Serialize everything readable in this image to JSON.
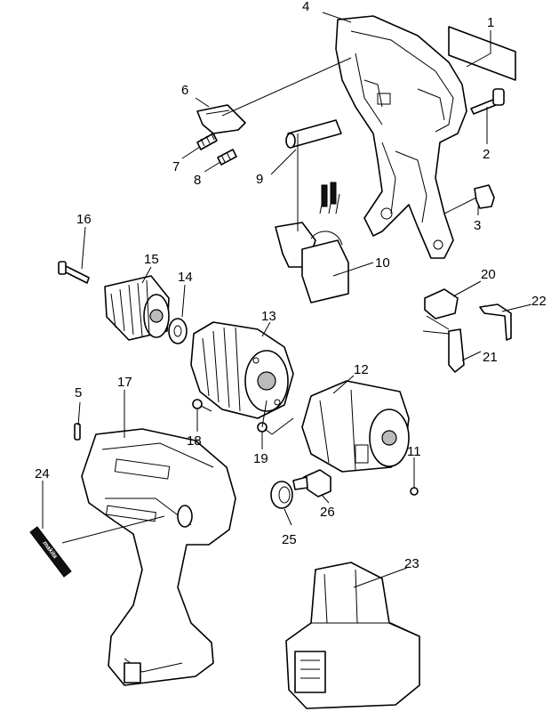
{
  "header_text": "",
  "label_bg": "#ffffff",
  "ink": "#000000",
  "callouts": {
    "c1": "1",
    "c2": "2",
    "c3": "3",
    "c4": "4",
    "c5": "5",
    "c6": "6",
    "c7": "7",
    "c8": "8",
    "c9": "9",
    "c10": "10",
    "c11": "11",
    "c12": "12",
    "c13": "13",
    "c14": "14",
    "c15": "15",
    "c16": "16",
    "c17": "17",
    "c18": "18",
    "c19": "19",
    "c20": "20",
    "c21": "21",
    "c22": "22",
    "c23": "23",
    "c24": "24",
    "c25": "25",
    "c26": "26"
  },
  "nameplate_text": "makita"
}
